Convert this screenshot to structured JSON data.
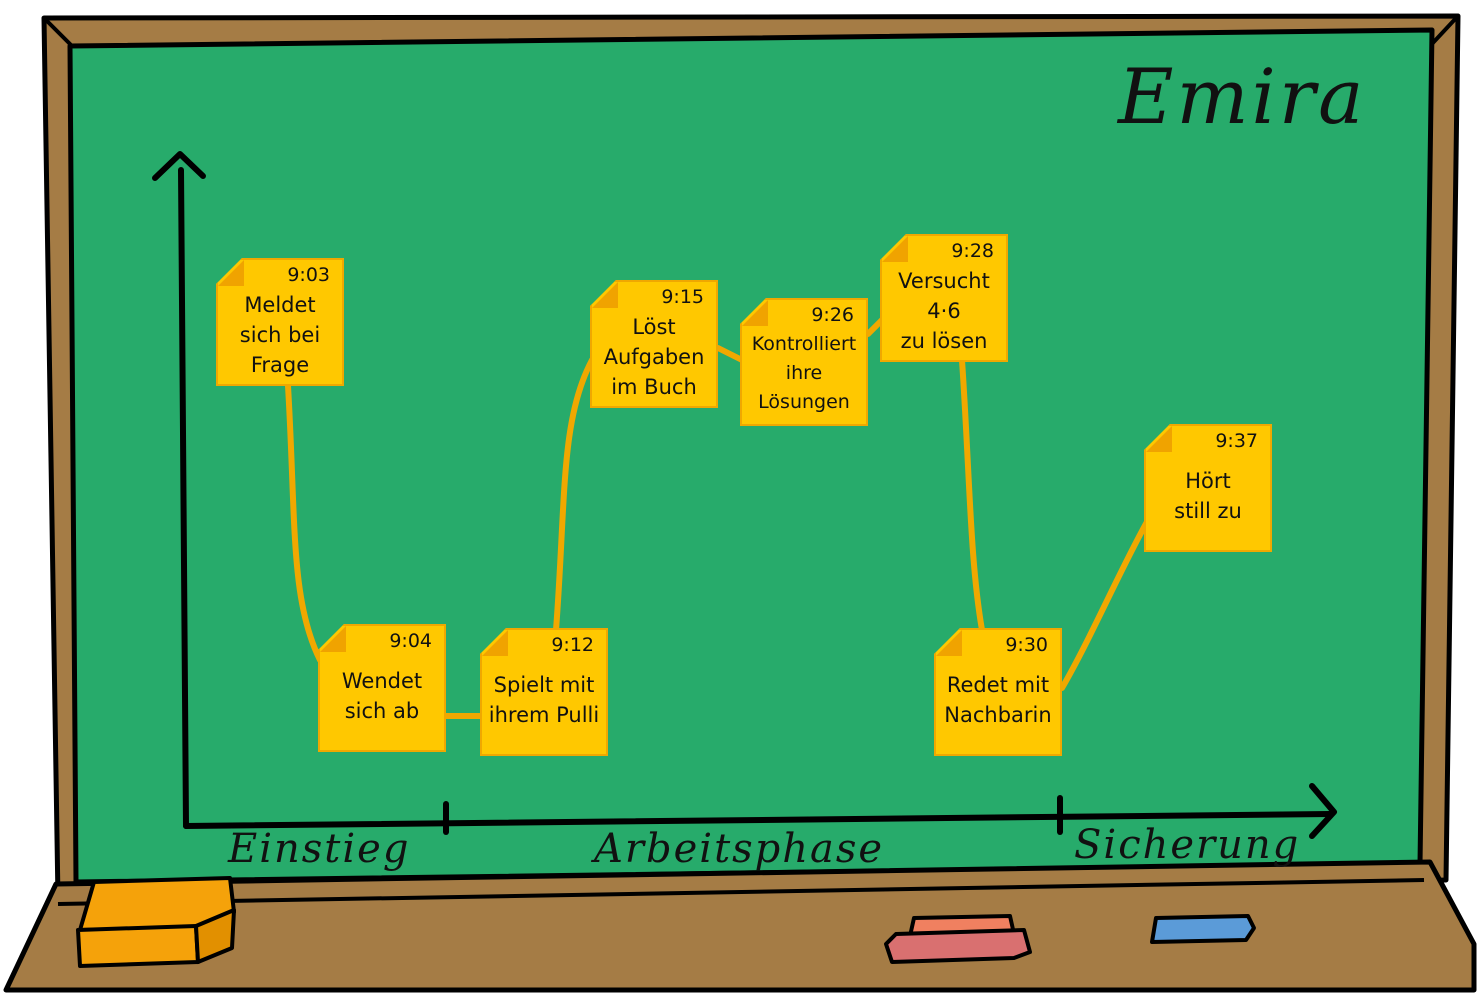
{
  "board": {
    "title": "Emira",
    "phases": [
      "Einstieg",
      "Arbeitsphase",
      "Sicherung"
    ]
  },
  "notes": [
    {
      "time": "9:03",
      "text": "Meldet\nsich bei\nFrage"
    },
    {
      "time": "9:04",
      "text": "Wendet\nsich ab"
    },
    {
      "time": "9:12",
      "text": "Spielt mit\nihrem Pulli"
    },
    {
      "time": "9:15",
      "text": "Löst\nAufgaben\nim Buch"
    },
    {
      "time": "9:26",
      "text": "Kontrolliert\nihre\nLösungen"
    },
    {
      "time": "9:28",
      "text": "Versucht\n4·6\nzu lösen"
    },
    {
      "time": "9:30",
      "text": "Redet mit\nNachbarin"
    },
    {
      "time": "9:37",
      "text": "Hört\nstill zu"
    }
  ],
  "colors": {
    "board": "#27ab6b",
    "frame": "#a57c45",
    "note": "#ffc800",
    "connector": "#f0a800",
    "sponge": "#f5a20a",
    "chalk_red": "#d97070",
    "chalk_orange": "#f08060",
    "chalk_blue": "#5b9bd8"
  }
}
